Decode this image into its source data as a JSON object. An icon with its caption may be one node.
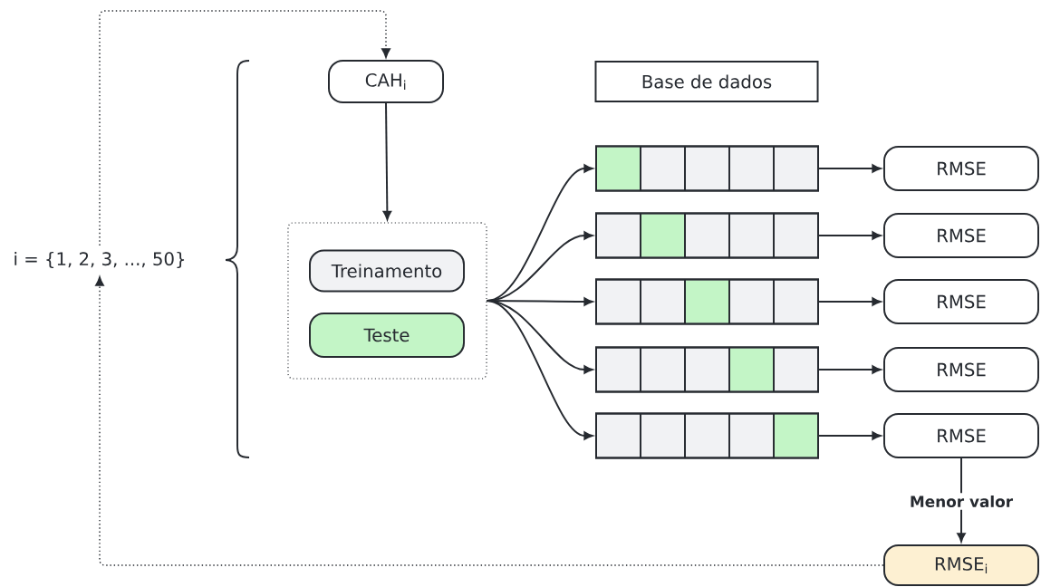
{
  "diagram": {
    "nodes": [
      {
        "text": [
          "i = {1, 2, 3, ..., 50}"
        ]
      },
      {
        "text": [
          "CAH$_{i}$"
        ]
      },
      {
        "text": [],
        "shape": "box"
      },
      {
        "text": [
          "Treinamento"
        ],
        "in": 2
      },
      {
        "text": [
          "Teste"
        ],
        "in": 2
      },
      {
        "text": [
          "Base de dados"
        ]
      },
      {
        "text": [],
        "shape": "bar"
      },
      {
        "text": [],
        "shape": "bar"
      },
      {
        "text": [],
        "shape": "bar"
      },
      {
        "text": [],
        "shape": "bar"
      },
      {
        "text": [],
        "shape": "bar"
      },
      {
        "text": [
          "RMSE"
        ]
      },
      {
        "text": [
          "RMSE"
        ]
      },
      {
        "text": [
          "RMSE"
        ]
      },
      {
        "text": [
          "RMSE"
        ]
      },
      {
        "text": [
          "RMSE"
        ]
      },
      {
        "text": [
          "RMSE$_{i}$"
        ]
      }
    ],
    "edges": [
      {
        "from": 0,
        "to": 1,
        "arrow": "to",
        "style": "dashed"
      },
      {
        "from": 1,
        "to": 2,
        "arrow": "to"
      },
      {
        "from": 2,
        "to": 6,
        "arrow": "to"
      },
      {
        "from": 2,
        "to": 7,
        "arrow": "to"
      },
      {
        "from": 2,
        "to": 8,
        "arrow": "to"
      },
      {
        "from": 2,
        "to": 9,
        "arrow": "to"
      },
      {
        "from": 2,
        "to": 10,
        "arrow": "to"
      },
      {
        "from": 6,
        "to": 11,
        "arrow": "to"
      },
      {
        "from": 7,
        "to": 12,
        "arrow": "to"
      },
      {
        "from": 8,
        "to": 13,
        "arrow": "to"
      },
      {
        "from": 9,
        "to": 14,
        "arrow": "to"
      },
      {
        "from": 10,
        "to": 15,
        "arrow": "to"
      },
      {
        "from": 15,
        "to": 16,
        "arrow": "to",
        "label": "Menor valor"
      },
      {
        "from": 16,
        "to": 0,
        "arrow": "to",
        "style": "dashed"
      }
    ]
  }
}
